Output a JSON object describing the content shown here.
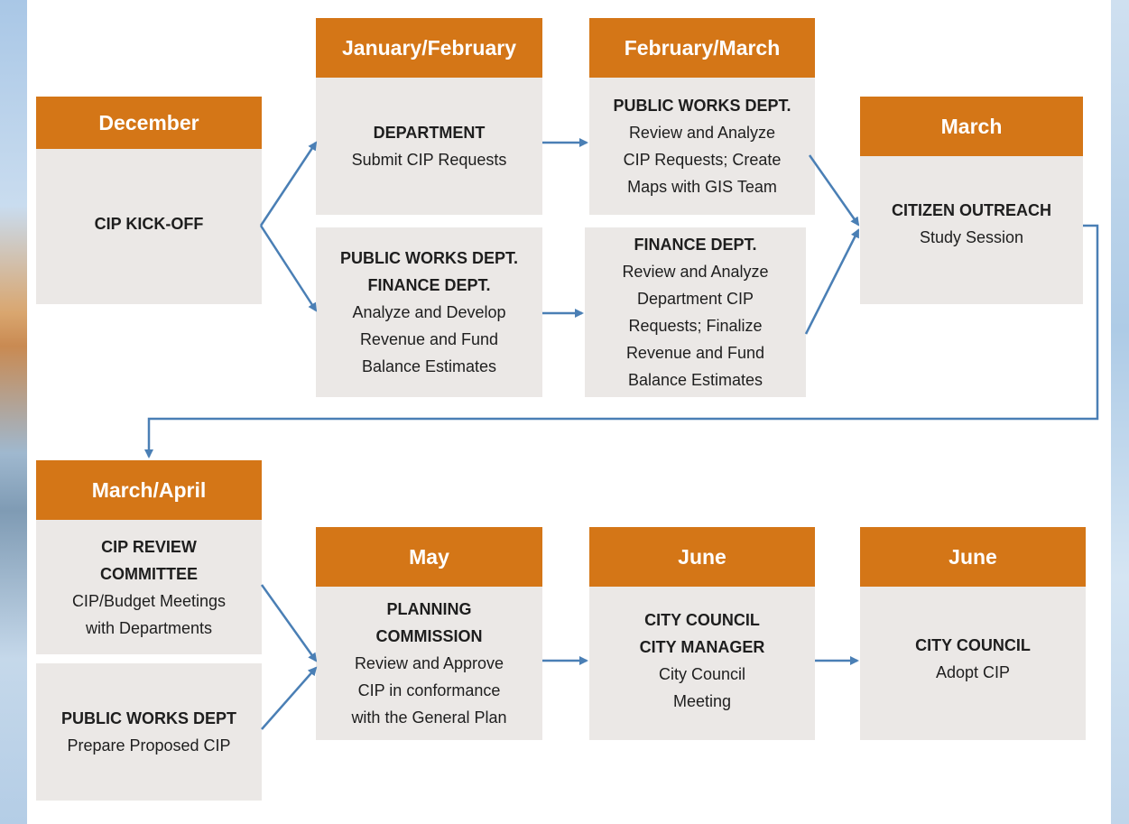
{
  "december": {
    "header": "December",
    "lines": [
      "CIP KICK-OFF"
    ]
  },
  "janfeb": {
    "header": "January/February",
    "lines": [
      "DEPARTMENT",
      "Submit CIP Requests"
    ]
  },
  "febmar": {
    "header": "February/March",
    "lines": [
      "PUBLIC WORKS DEPT.",
      "Review and Analyze",
      "CIP Requests; Create",
      "Maps with GIS Team"
    ]
  },
  "march": {
    "header": "March",
    "lines": [
      "CITIZEN OUTREACH",
      "Study Session"
    ]
  },
  "pw_finance": {
    "lines": [
      "PUBLIC WORKS DEPT.",
      "FINANCE DEPT.",
      "Analyze and Develop",
      "Revenue and Fund",
      "Balance Estimates"
    ]
  },
  "finance": {
    "lines": [
      "FINANCE DEPT.",
      "Review and Analyze",
      "Department CIP",
      "Requests; Finalize",
      "Revenue and Fund",
      "Balance Estimates"
    ]
  },
  "marapr": {
    "header": "March/April",
    "lines": [
      "CIP REVIEW",
      "COMMITTEE",
      "CIP/Budget Meetings",
      "with Departments"
    ]
  },
  "pw_prepare": {
    "lines": [
      "PUBLIC WORKS DEPT",
      "Prepare Proposed CIP"
    ]
  },
  "may": {
    "header": "May",
    "lines": [
      "PLANNING",
      "COMMISSION",
      "Review and Approve",
      "CIP in conformance",
      "with the General Plan"
    ]
  },
  "june1": {
    "header": "June",
    "lines": [
      "CITY COUNCIL",
      "CITY MANAGER",
      "City Council",
      "Meeting"
    ]
  },
  "june2": {
    "header": "June",
    "lines": [
      "CITY COUNCIL",
      "Adopt CIP"
    ]
  },
  "colors": {
    "header": "#d47617",
    "body": "#ebe8e6",
    "arrow": "#4a7fb5"
  }
}
